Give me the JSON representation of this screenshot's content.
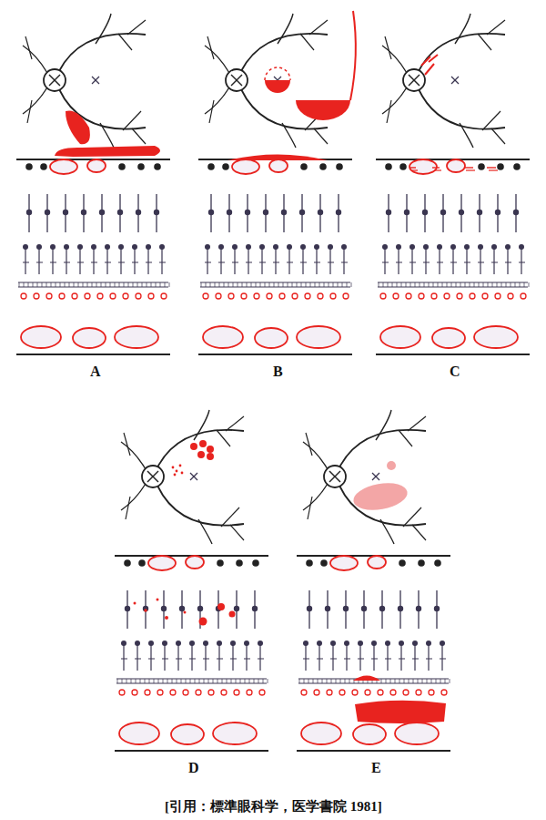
{
  "diagram": {
    "caption": "[引用：標準眼科学，医学書院 1981]",
    "labels": [
      "A",
      "B",
      "C",
      "D",
      "E"
    ]
  }
}
